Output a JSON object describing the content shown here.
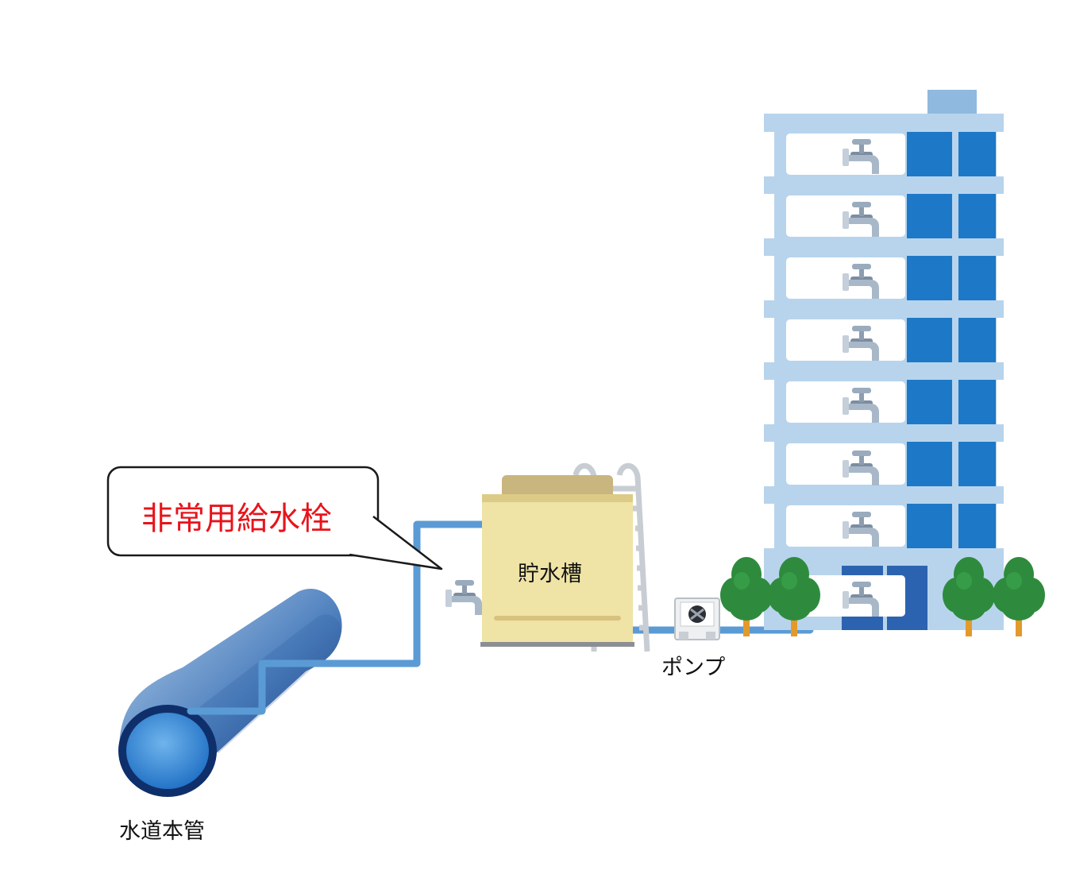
{
  "labels": {
    "callout": "非常用給水栓",
    "tank": "貯水槽",
    "pump": "ポンプ",
    "main_pipe": "水道本管"
  },
  "colors": {
    "pipe": "#5b9bd5",
    "callout_text": "#e8141b",
    "building_frame": "#b8d4ec",
    "building_glass": "#1d78c7",
    "tank_body": "#efe3a6",
    "tank_lid": "#c9b57e",
    "tree": "#2e8b3e",
    "trunk": "#e39a2b",
    "main_pipe_dark": "#0f2f6b",
    "main_pipe_light": "#a9c9ea"
  },
  "icons": {
    "faucet": "faucet-icon",
    "tree": "tree-icon",
    "pump": "pump-icon"
  },
  "building": {
    "floors_with_faucets": 8
  }
}
